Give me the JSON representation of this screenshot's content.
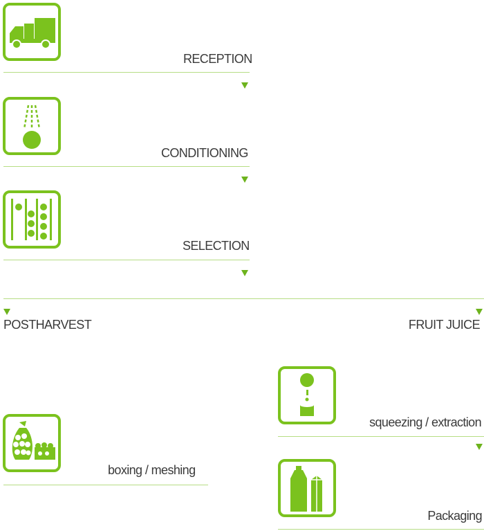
{
  "steps": {
    "reception": "RECEPTION",
    "conditioning": "CONDITIONING",
    "selection": "SELECTION"
  },
  "branches": {
    "postharvest": "POSTHARVEST",
    "fruit_juice": "FRUIT JUICE"
  },
  "postharvest_steps": {
    "boxing": "boxing / meshing"
  },
  "juice_steps": {
    "squeezing": "squeezing / extraction",
    "packaging": "Packaging"
  },
  "colors": {
    "accent": "#7bc21e",
    "rule": "#b6dd84",
    "text": "#3a3a3a"
  },
  "icons": [
    "delivery-truck-icon",
    "spray-orange-icon",
    "sorting-conveyor-icon",
    "mesh-bag-and-crate-icon",
    "squeeze-orange-cup-icon",
    "bottle-and-carton-icon"
  ]
}
